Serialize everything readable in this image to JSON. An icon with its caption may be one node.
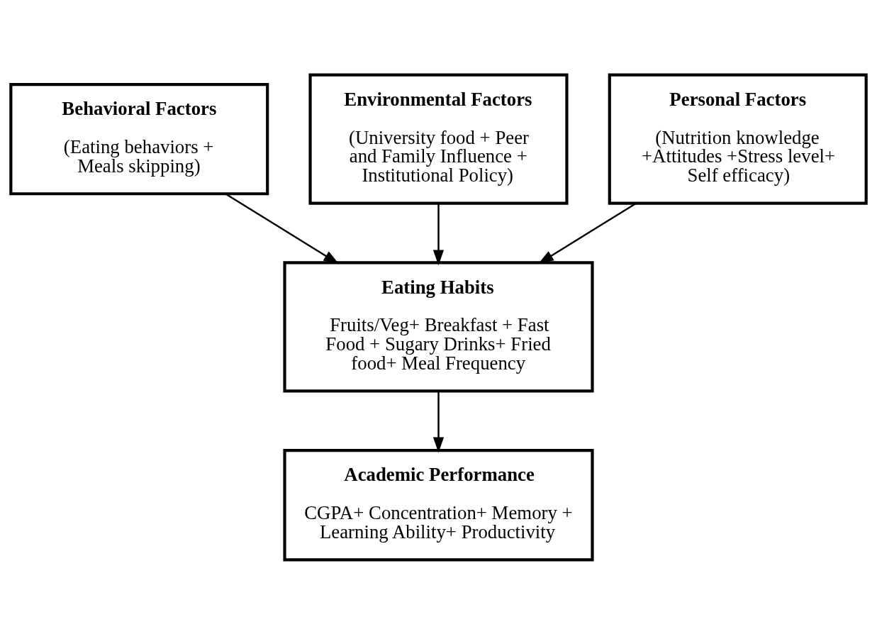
{
  "diagram": {
    "nodes": [
      {
        "text": [
          "Behavioral Factors",
          "(Eating behaviors + Meals skipping)"
        ]
      },
      {
        "text": [
          "Environmental Factors",
          "(University food + Peer and Family Influence + Institutional Policy)"
        ]
      },
      {
        "text": [
          "Personal Factors",
          "(Nutrition knowledge +Attitudes +Stress level+ Self efficacy)"
        ]
      },
      {
        "text": [
          "Eating Habits",
          "Fruits/Veg+ Breakfast + Fast Food + Sugary Drinks+ Fried food+ Meal Frequency"
        ]
      },
      {
        "text": [
          "Academic Performance",
          "CGPA+ Concentration+ Memory + Learning Ability+ Productivity"
        ]
      }
    ],
    "edges": [
      {
        "from": 0,
        "to": 3,
        "arrow": "to"
      },
      {
        "from": 1,
        "to": 3,
        "arrow": "to"
      },
      {
        "from": 2,
        "to": 3,
        "arrow": "to"
      },
      {
        "from": 3,
        "to": 4,
        "arrow": "to"
      }
    ]
  }
}
